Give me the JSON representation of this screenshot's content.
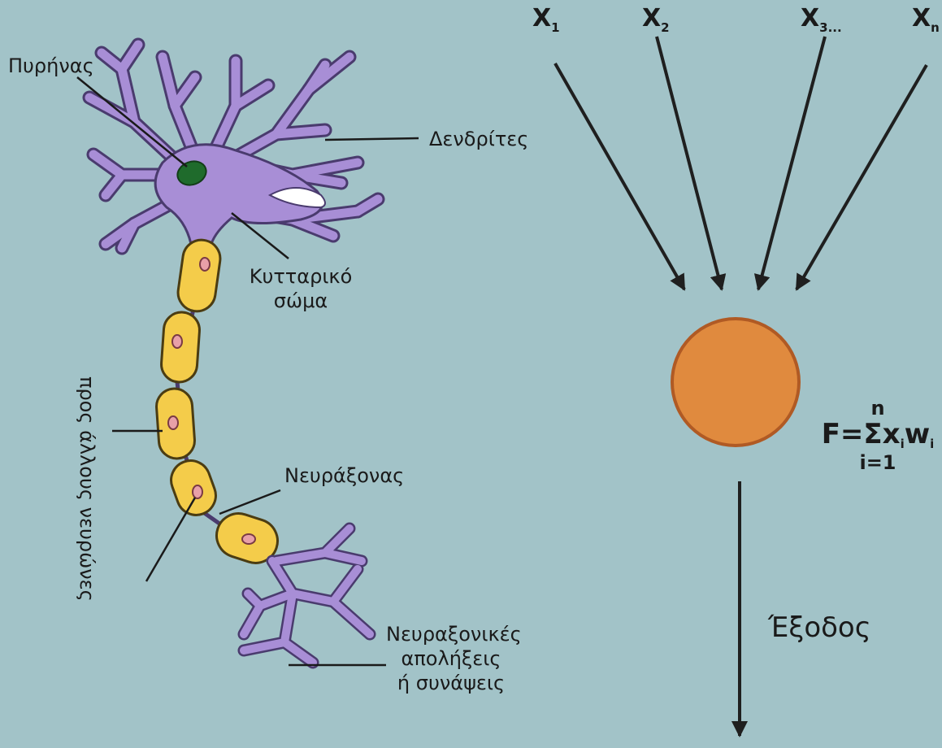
{
  "neuron": {
    "labels": {
      "nucleus": "Πυρήνας",
      "dendrites": "Δενδρίτες",
      "cell_body_line1": "Κυτταρικό",
      "cell_body_line2": "σώμα",
      "to_other_neurons": "προς άλλους νευρώνες",
      "axon": "Νευράξονας",
      "terminals_line1": "Νευραξονικές",
      "terminals_line2": "απολήξεις",
      "terminals_line3": "ή συνάψεις"
    },
    "colors": {
      "body": "#a88ed6",
      "body_outline": "#4a3b6e",
      "nucleus": "#1f6b2c",
      "myelin": "#f4cc4a",
      "myelin_outline": "#4b3c12",
      "myelin_nucleus": "#e8a0a8"
    }
  },
  "perceptron": {
    "inputs": [
      {
        "base": "X",
        "sub": "1"
      },
      {
        "base": "X",
        "sub": "2"
      },
      {
        "base": "X",
        "sub": "3..."
      },
      {
        "base": "X",
        "sub": "n"
      }
    ],
    "formula": {
      "top": "n",
      "main_prefix": "F=Σx",
      "sub_i1": "i",
      "main_mid": "w",
      "sub_i2": "i",
      "bottom": "i=1"
    },
    "output_label": "Έξοδος",
    "colors": {
      "node_fill": "#e08a3e",
      "node_outline": "#b05a24",
      "arrow": "#1f1f1f"
    }
  }
}
